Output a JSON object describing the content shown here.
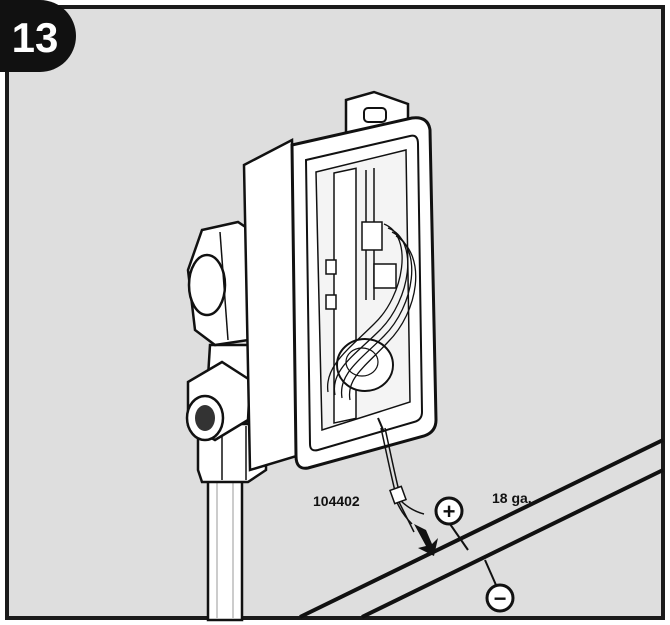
{
  "step": {
    "number": "13"
  },
  "labels": {
    "part_number": "104402",
    "wire_gauge": "18 ga.",
    "positive_symbol": "+",
    "negative_symbol": "−"
  },
  "colors": {
    "background": "#dedede",
    "frame": "#1a1a1a",
    "badge": "#111111",
    "part_fill": "#ffffff"
  }
}
